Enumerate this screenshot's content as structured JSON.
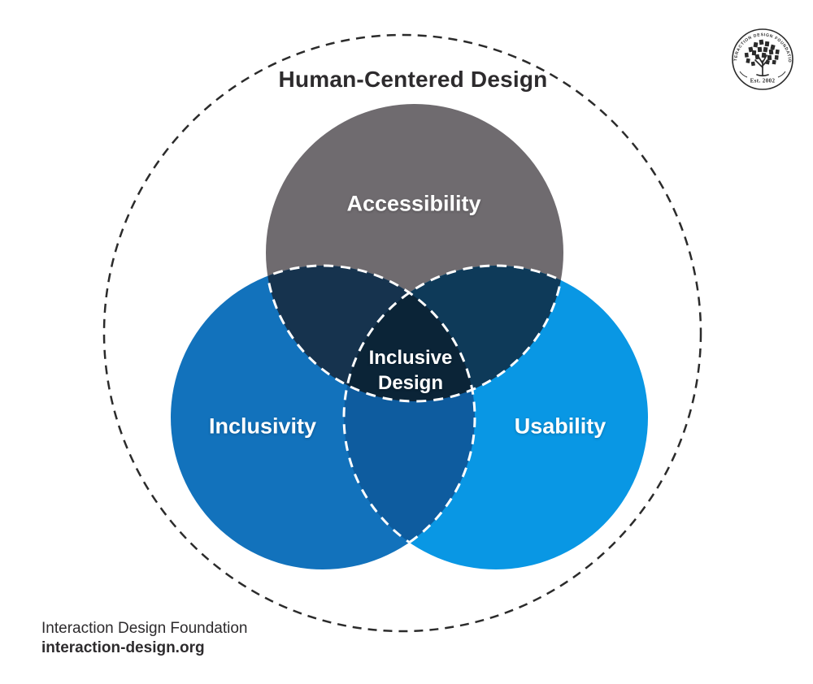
{
  "title": "Human-Centered Design",
  "venn": {
    "outer_circle_label": "Human-Centered Design",
    "circles": [
      {
        "label": "Accessibility",
        "color": "#6F6B6F"
      },
      {
        "label": "Inclusivity",
        "color": "#1272BC"
      },
      {
        "label": "Usability",
        "color": "#0997E4"
      }
    ],
    "overlaps": {
      "accessibility_inclusivity": "#16334E",
      "accessibility_usability": "#0E3A59",
      "inclusivity_usability": "#0E5C9F",
      "center": "#0B2437"
    },
    "center_label": {
      "line1": "Inclusive",
      "line2": "Design"
    },
    "outer_stroke_color": "#2B2B2B",
    "inner_stroke_color": "#FFFFFF"
  },
  "logo": {
    "ring_text": "INTERACTION DESIGN FOUNDATION",
    "est_text": "Est. 2002"
  },
  "footer": {
    "org_name": "Interaction Design Foundation",
    "website": "interaction-design.org"
  }
}
